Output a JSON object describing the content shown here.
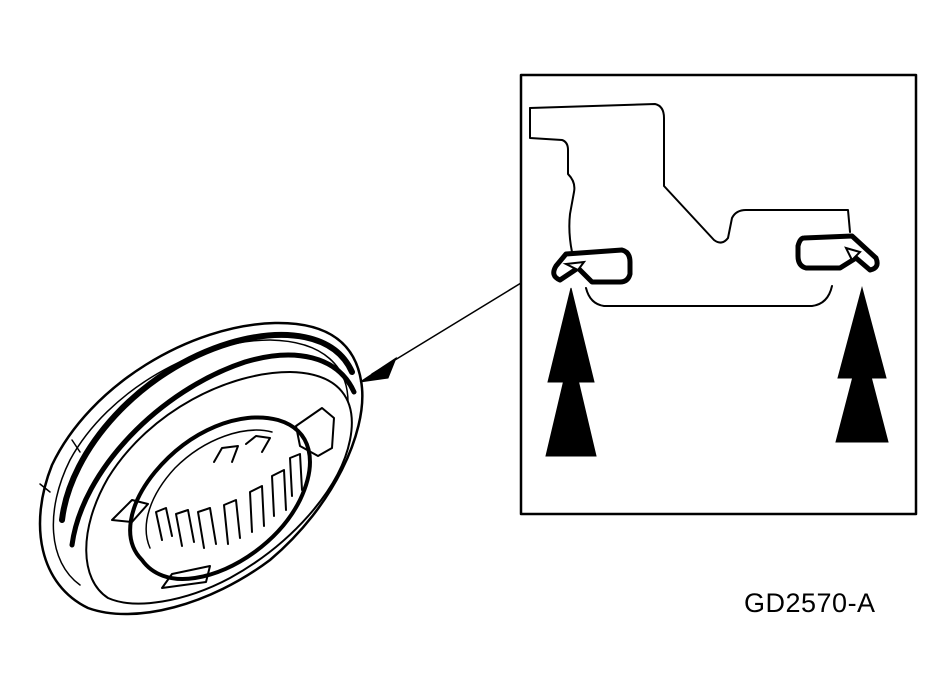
{
  "figure": {
    "label": "GD2570-A"
  },
  "colors": {
    "ink": "#000000",
    "paper": "#ffffff"
  },
  "parts": {
    "assembly": "synchronizer-ring-with-retaining-springs",
    "detail": "spring-seating-cross-section",
    "arrow_count": 2
  }
}
